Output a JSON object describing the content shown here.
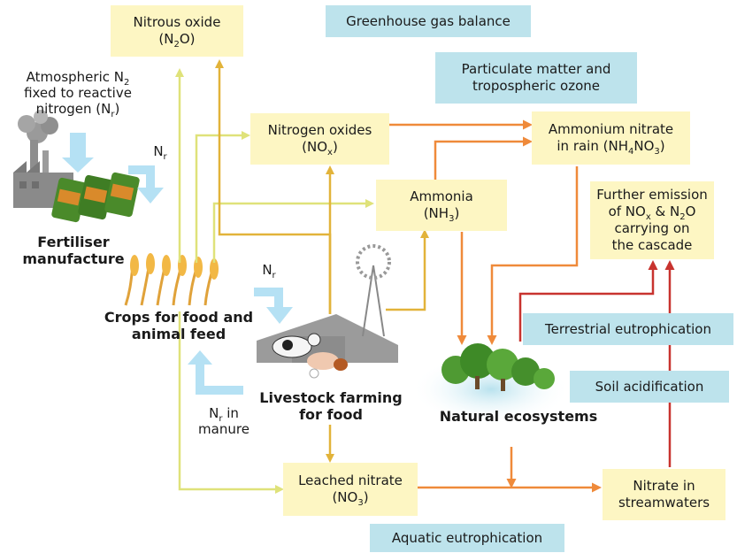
{
  "boxes": {
    "nitrous_oxide": [
      "Nitrous oxide",
      "(N",
      "2",
      "O)"
    ],
    "nitrogen_oxides": [
      "Nitrogen oxides",
      "(NO",
      "x",
      ")"
    ],
    "ammonia": [
      "Ammonia",
      "(NH",
      "3",
      ")"
    ],
    "ammonium_nitrate": [
      "Ammonium nitrate",
      "in rain (NH",
      "4",
      "NO",
      "3",
      ")"
    ],
    "further_emission": [
      "Further emission",
      "of NO",
      "x",
      " & N",
      "2",
      "O",
      "carrying on",
      "the cascade"
    ],
    "leached_nitrate": [
      "Leached nitrate",
      "(NO",
      "3",
      ")"
    ],
    "nitrate_streamwaters": [
      "Nitrate in",
      "streamwaters"
    ]
  },
  "impacts": {
    "ghg": "Greenhouse gas balance",
    "particulate": [
      "Particulate matter and",
      "tropospheric ozone"
    ],
    "terrestrial": "Terrestrial eutrophication",
    "soil": "Soil acidification",
    "aquatic": "Aquatic eutrophication"
  },
  "labels": {
    "atmospheric": [
      "Atmospheric N",
      "2",
      "fixed to reactive",
      "nitrogen (N",
      "r",
      ")"
    ],
    "nr_top_sym": "N",
    "nr_top_sub": "r",
    "nr_mid_sym": "N",
    "nr_mid_sub": "r",
    "nr_manure": [
      "N",
      "r",
      " in",
      "manure"
    ],
    "fertiliser": [
      "Fertiliser",
      "manufacture"
    ],
    "crops": [
      "Crops for food and",
      "animal feed"
    ],
    "livestock": [
      "Livestock farming",
      "for food"
    ],
    "natural": "Natural ecosystems"
  },
  "colors": {
    "box_yellow": "#fdf6c3",
    "box_blue": "#bde3ec",
    "arrow_yellow": "#dfe27a",
    "arrow_gold": "#e2b33a",
    "arrow_orange": "#ef8a3a",
    "arrow_red": "#c8332f",
    "arrow_lightblue": "#b5e1f4"
  }
}
